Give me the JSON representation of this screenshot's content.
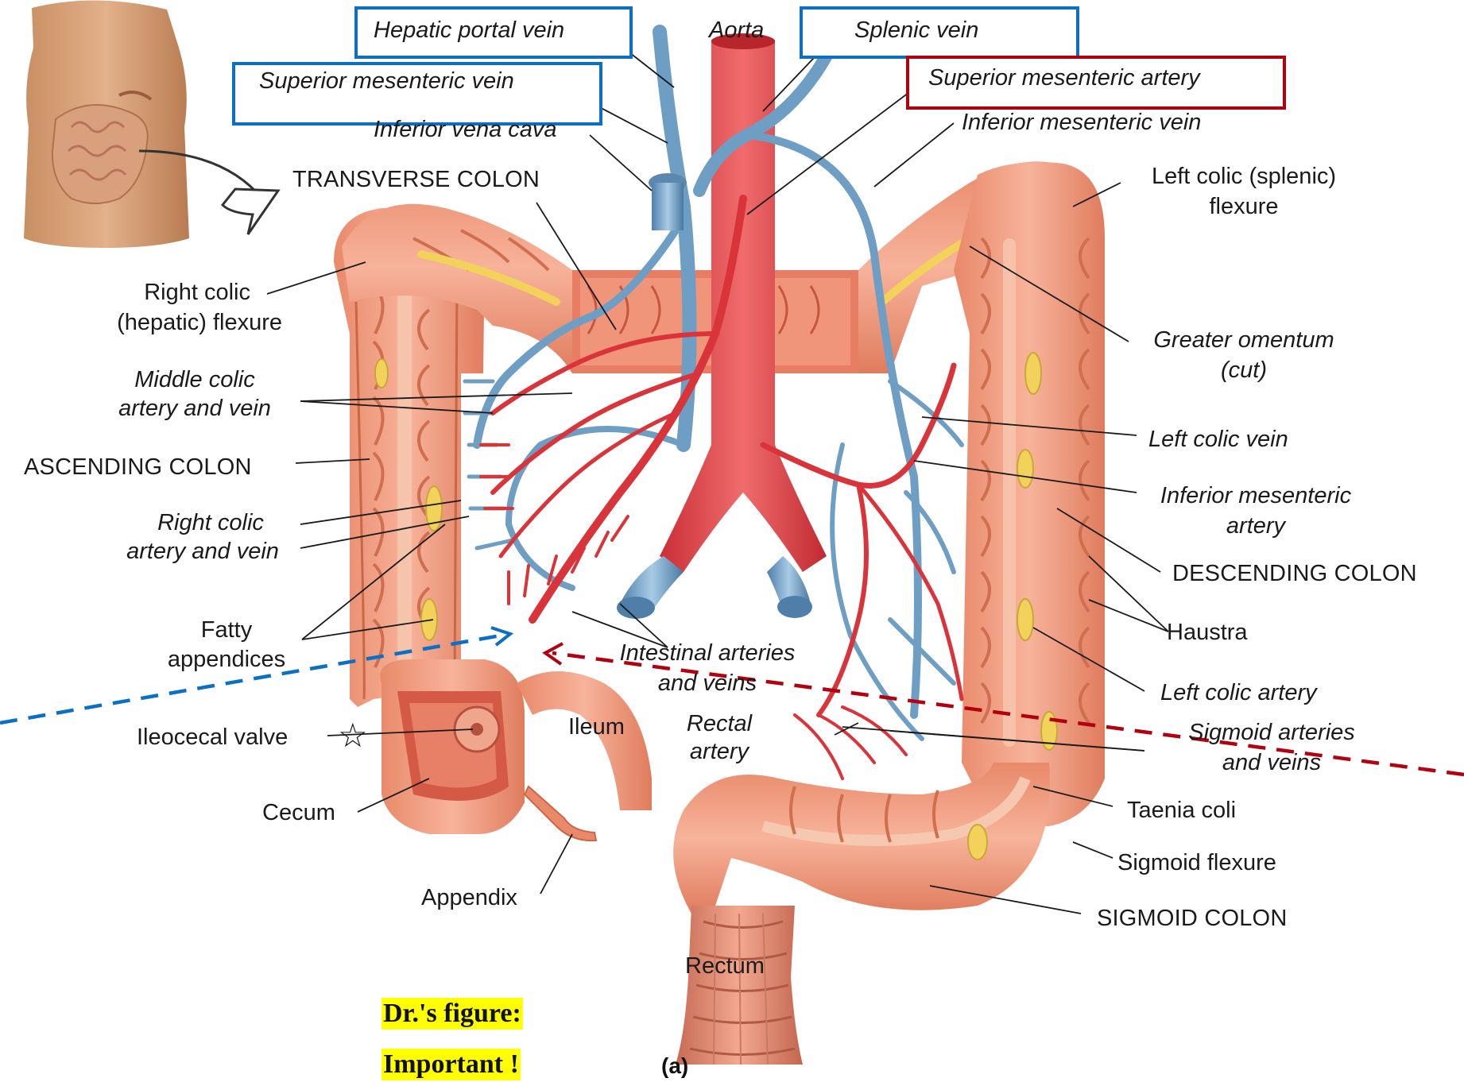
{
  "colors": {
    "colon": "#ef9f82",
    "colon_shade": "#d77a5f",
    "artery": "#d8343a",
    "vein": "#6f9ec4",
    "fat": "#f2d25a",
    "box_blue": "#0b6fc4",
    "box_red": "#b3000f",
    "highlight": "#ffff00"
  },
  "labels": {
    "hepatic_portal_vein": "Hepatic portal vein",
    "aorta": "Aorta",
    "splenic_vein": "Splenic vein",
    "superior_mesenteric_vein": "Superior mesenteric vein",
    "superior_mesenteric_artery": "Superior mesenteric artery",
    "inferior_vena_cava": "Inferior vena cava",
    "inferior_mesenteric_vein": "Inferior mesenteric vein",
    "transverse_colon": "TRANSVERSE COLON",
    "left_colic_flexure_1": "Left colic (splenic)",
    "left_colic_flexure_2": "flexure",
    "right_colic_flexure_1": "Right colic",
    "right_colic_flexure_2": "(hepatic) flexure",
    "greater_omentum_1": "Greater omentum",
    "greater_omentum_2": "(cut)",
    "middle_colic_1": "Middle colic",
    "middle_colic_2": "artery and vein",
    "left_colic_vein": "Left colic vein",
    "ascending_colon": "ASCENDING COLON",
    "inferior_mesenteric_artery_1": "Inferior mesenteric",
    "inferior_mesenteric_artery_2": "artery",
    "right_colic_1": "Right colic",
    "right_colic_2": "artery and vein",
    "descending_colon": "DESCENDING COLON",
    "fatty_appendices_1": "Fatty",
    "fatty_appendices_2": "appendices",
    "haustra": "Haustra",
    "intestinal_1": "Intestinal arteries",
    "intestinal_2": "and veins",
    "left_colic_artery": "Left colic artery",
    "ileocecal_valve": "Ileocecal valve",
    "ileum": "Ileum",
    "rectal_artery_1": "Rectal",
    "rectal_artery_2": "artery",
    "sigmoid_arteries_1": "Sigmoid arteries",
    "sigmoid_arteries_2": "and veins",
    "cecum": "Cecum",
    "taenia_coli": "Taenia coli",
    "sigmoid_flexure": "Sigmoid flexure",
    "appendix": "Appendix",
    "sigmoid_colon": "SIGMOID COLON",
    "rectum": "Rectum",
    "figure_tag": "(a)",
    "star": "☆"
  },
  "notes": {
    "line1": "Dr.'s figure:",
    "line2": "Important !"
  }
}
